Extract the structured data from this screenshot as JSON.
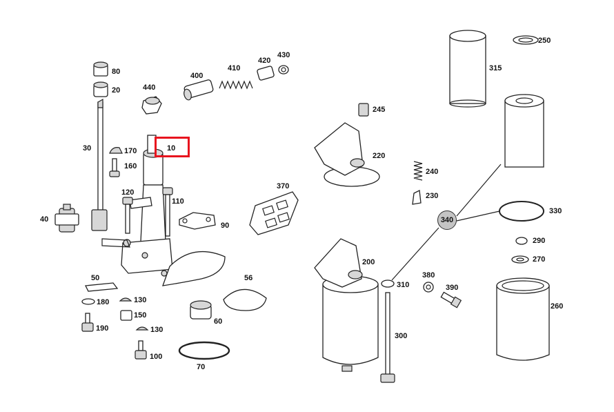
{
  "diagram": {
    "parts": [
      {
        "id": "p80",
        "number": "80"
      },
      {
        "id": "p20",
        "number": "20"
      },
      {
        "id": "p440",
        "number": "440"
      },
      {
        "id": "p400",
        "number": "400"
      },
      {
        "id": "p410",
        "number": "410"
      },
      {
        "id": "p420",
        "number": "420"
      },
      {
        "id": "p430",
        "number": "430"
      },
      {
        "id": "p30",
        "number": "30"
      },
      {
        "id": "p170",
        "number": "170"
      },
      {
        "id": "p160",
        "number": "160"
      },
      {
        "id": "p10",
        "number": "10"
      },
      {
        "id": "p120",
        "number": "120"
      },
      {
        "id": "p110",
        "number": "110"
      },
      {
        "id": "p370",
        "number": "370"
      },
      {
        "id": "p90",
        "number": "90"
      },
      {
        "id": "p40",
        "number": "40"
      },
      {
        "id": "p50",
        "number": "50"
      },
      {
        "id": "p56",
        "number": "56"
      },
      {
        "id": "p180",
        "number": "180"
      },
      {
        "id": "p130a",
        "number": "130"
      },
      {
        "id": "p150",
        "number": "150"
      },
      {
        "id": "p190",
        "number": "190"
      },
      {
        "id": "p130b",
        "number": "130"
      },
      {
        "id": "p60",
        "number": "60"
      },
      {
        "id": "p100",
        "number": "100"
      },
      {
        "id": "p70",
        "number": "70"
      },
      {
        "id": "p250",
        "number": "250"
      },
      {
        "id": "p315",
        "number": "315"
      },
      {
        "id": "p245",
        "number": "245"
      },
      {
        "id": "p220",
        "number": "220"
      },
      {
        "id": "p240",
        "number": "240"
      },
      {
        "id": "p230",
        "number": "230"
      },
      {
        "id": "p330",
        "number": "330"
      },
      {
        "id": "p290",
        "number": "290"
      },
      {
        "id": "p270",
        "number": "270"
      },
      {
        "id": "p200",
        "number": "200"
      },
      {
        "id": "p310",
        "number": "310"
      },
      {
        "id": "p380",
        "number": "380"
      },
      {
        "id": "p390",
        "number": "390"
      },
      {
        "id": "p260",
        "number": "260"
      },
      {
        "id": "p300",
        "number": "300"
      }
    ],
    "callout": "340",
    "highlight_color": "#e8141e"
  }
}
